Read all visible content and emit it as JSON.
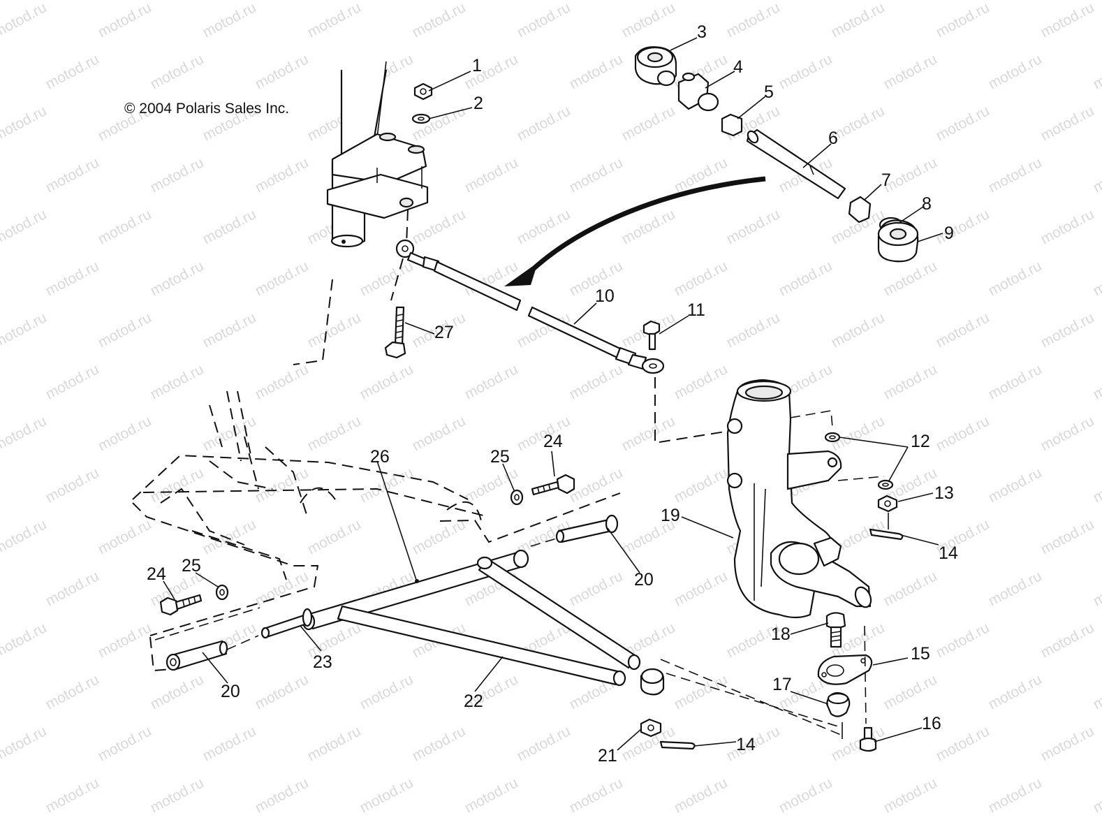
{
  "copyright": "© 2004 Polaris Sales Inc.",
  "watermark": "motod.ru",
  "callouts": [
    {
      "id": "c1",
      "label": "1"
    },
    {
      "id": "c2",
      "label": "2"
    },
    {
      "id": "c3",
      "label": "3"
    },
    {
      "id": "c4",
      "label": "4"
    },
    {
      "id": "c5",
      "label": "5"
    },
    {
      "id": "c6",
      "label": "6"
    },
    {
      "id": "c7",
      "label": "7"
    },
    {
      "id": "c8",
      "label": "8"
    },
    {
      "id": "c9",
      "label": "9"
    },
    {
      "id": "c10",
      "label": "10"
    },
    {
      "id": "c11",
      "label": "11"
    },
    {
      "id": "c12",
      "label": "12"
    },
    {
      "id": "c13",
      "label": "13"
    },
    {
      "id": "c14a",
      "label": "14"
    },
    {
      "id": "c14b",
      "label": "14"
    },
    {
      "id": "c15",
      "label": "15"
    },
    {
      "id": "c16",
      "label": "16"
    },
    {
      "id": "c17",
      "label": "17"
    },
    {
      "id": "c18",
      "label": "18"
    },
    {
      "id": "c19",
      "label": "19"
    },
    {
      "id": "c20a",
      "label": "20"
    },
    {
      "id": "c20b",
      "label": "20"
    },
    {
      "id": "c21",
      "label": "21"
    },
    {
      "id": "c22",
      "label": "22"
    },
    {
      "id": "c23",
      "label": "23"
    },
    {
      "id": "c24a",
      "label": "24"
    },
    {
      "id": "c24b",
      "label": "24"
    },
    {
      "id": "c25a",
      "label": "25"
    },
    {
      "id": "c25b",
      "label": "25"
    },
    {
      "id": "c26",
      "label": "26"
    },
    {
      "id": "c27",
      "label": "27"
    }
  ]
}
